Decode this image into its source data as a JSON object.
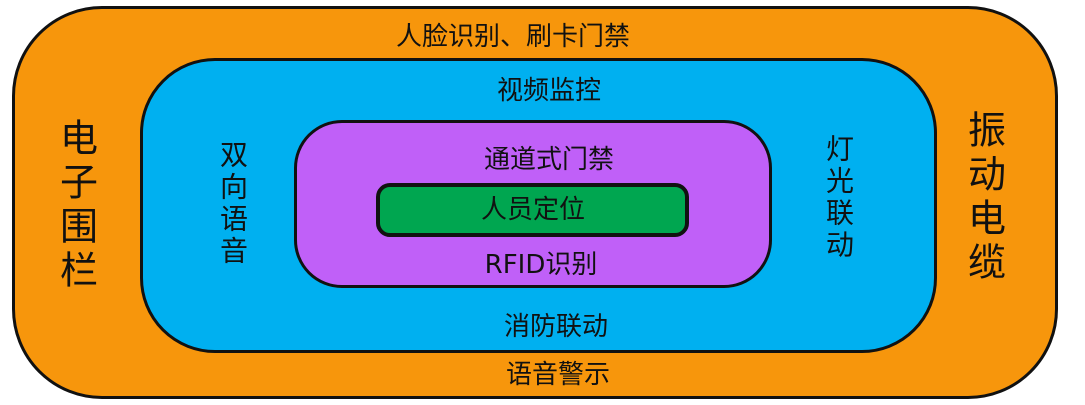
{
  "colors": {
    "outer": "#F7960C",
    "middle": "#00B0F0",
    "inner": "#C060F8",
    "core": "#00A650",
    "border": "#111111"
  },
  "layers": {
    "outer": {
      "top": "人脸识别、刷卡门禁",
      "bottom": "语音警示",
      "left": "电子围栏",
      "right": "振动电缆"
    },
    "middle": {
      "top": "视频监控",
      "bottom": "消防联动",
      "left": "双向语音",
      "right": "灯光联动"
    },
    "inner": {
      "top": "通道式门禁",
      "bottom": "RFID识别"
    },
    "core": {
      "center": "人员定位"
    }
  }
}
